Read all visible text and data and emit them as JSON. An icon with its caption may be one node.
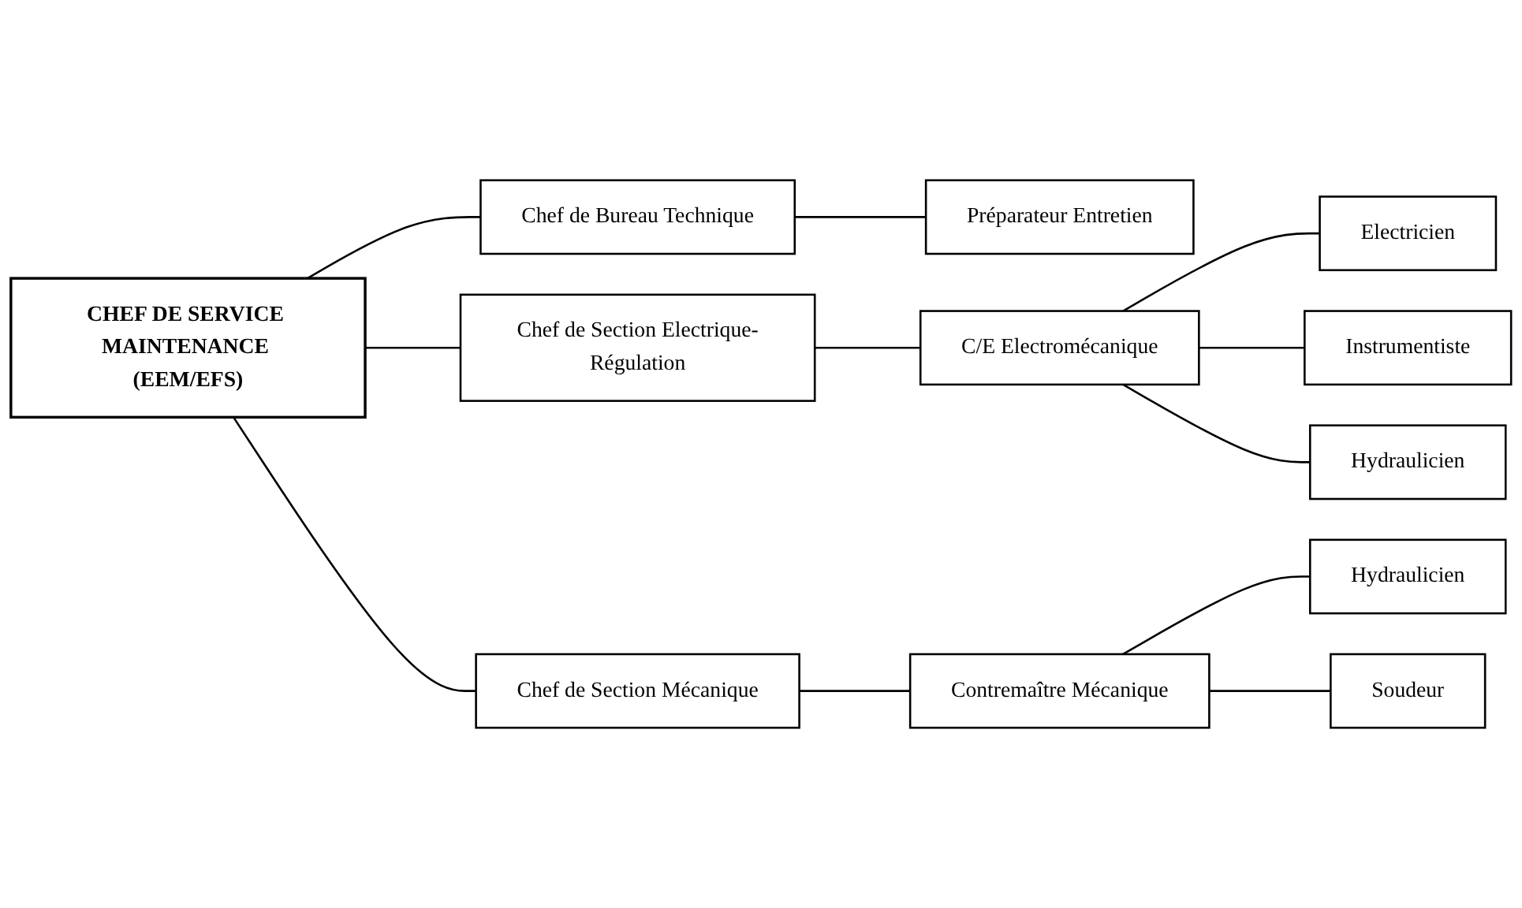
{
  "diagram": {
    "nodes": [
      {
        "text": [
          "CHEF DE SERVICE MAINTENANCE (EEM/EFS)"
        ]
      },
      {
        "text": [
          "Chef de Bureau Technique"
        ]
      },
      {
        "text": [
          "Préparateur Entretien"
        ]
      },
      {
        "text": [
          "Chef de Section Electrique-Régulation"
        ]
      },
      {
        "text": [
          "C/E Electromécanique"
        ]
      },
      {
        "text": [
          "Electricien"
        ]
      },
      {
        "text": [
          "Instrumentiste"
        ]
      },
      {
        "text": [
          "Hydraulicien"
        ]
      },
      {
        "text": [
          "Chef de Section Mécanique"
        ]
      },
      {
        "text": [
          "Contremaître Mécanique"
        ]
      },
      {
        "text": [
          "Hydraulicien"
        ]
      },
      {
        "text": [
          "Soudeur"
        ]
      }
    ],
    "edges": [
      {
        "from": 0,
        "to": 1,
        "arrow": "none"
      },
      {
        "from": 1,
        "to": 2,
        "arrow": "none"
      },
      {
        "from": 0,
        "to": 3,
        "arrow": "none"
      },
      {
        "from": 3,
        "to": 4,
        "arrow": "none"
      },
      {
        "from": 4,
        "to": 5,
        "arrow": "none"
      },
      {
        "from": 4,
        "to": 6,
        "arrow": "none"
      },
      {
        "from": 4,
        "to": 7,
        "arrow": "none"
      },
      {
        "from": 0,
        "to": 8,
        "arrow": "none"
      },
      {
        "from": 8,
        "to": 9,
        "arrow": "none"
      },
      {
        "from": 9,
        "to": 10,
        "arrow": "none"
      },
      {
        "from": 9,
        "to": 11,
        "arrow": "none"
      }
    ]
  }
}
